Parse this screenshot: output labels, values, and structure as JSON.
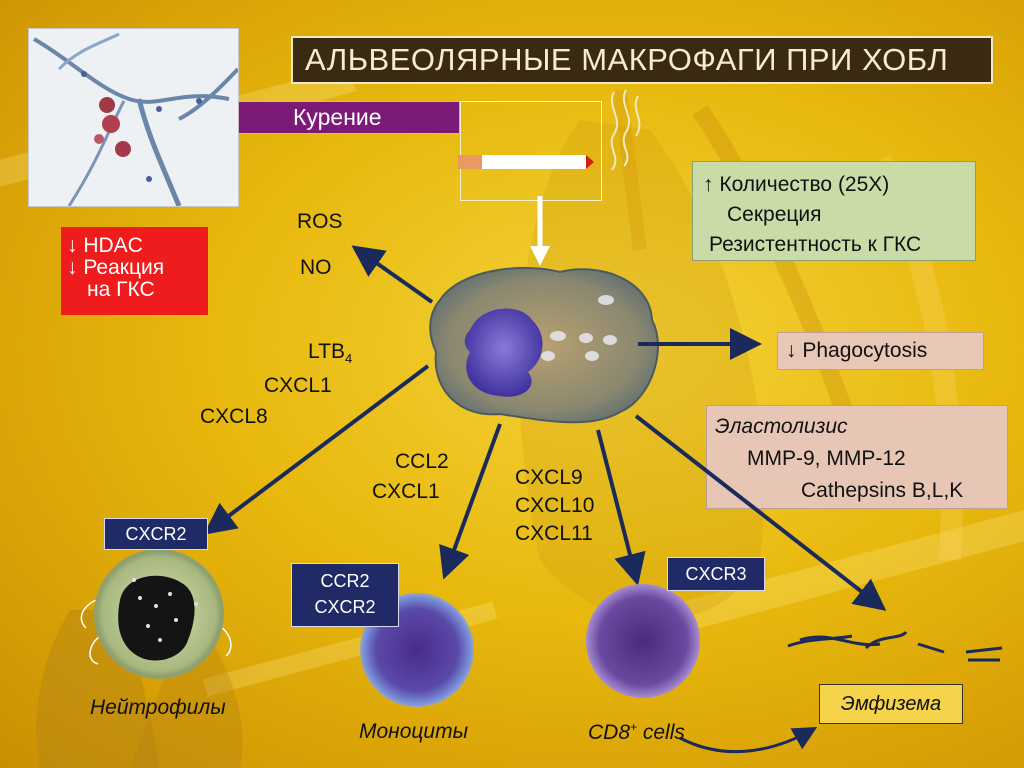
{
  "title": "АЛЬВЕОЛЯРНЫЕ МАКРОФАГИ ПРИ ХОБЛ",
  "smoking": "Курение",
  "effects": {
    "count": "↑ Количество (25X)",
    "secretion": "Секреция",
    "resistance": "Резистентность к ГКС"
  },
  "hdac_box": {
    "line1": "↓ HDAC",
    "line2": "↓ Реакция",
    "line3": "на ГКС"
  },
  "phagocytosis": "↓ Phagocytosis",
  "elastolysis": {
    "heading": "Эластолизис",
    "mmp": "MMP-9, MMP-12",
    "cathepsins": "Cathepsins B,L,K"
  },
  "emphysema": "Эмфизема",
  "mediators": {
    "ros": "ROS",
    "no": "NO",
    "ltb": "LTB",
    "ltb_sub": "4",
    "cxcl1": "CXCL1",
    "cxcl8": "CXCL8",
    "ccl2": "CCL2",
    "cxcl1_b": "CXCL1",
    "cxcl9": "CXCL9",
    "cxcl10": "CXCL10",
    "cxcl11": "CXCL11"
  },
  "receptors": {
    "cxcr2": "CXCR2",
    "ccr2": "CCR2",
    "cxcr2_b": "CXCR2",
    "cxcr3": "CXCR3"
  },
  "cells": {
    "neutrophils": "Нейтрофилы",
    "monocytes": "Моноциты",
    "cd8": "CD8",
    "cd8_sup": "+",
    "cd8_suffix": " cells"
  },
  "colors": {
    "background": "#e8b90e",
    "title_bg": "#3a2a12",
    "smoking_bg": "#7c1a78",
    "effects_bg": "#c9dca8",
    "hdac_bg": "#ee1c1c",
    "phago_bg": "#e7c7b5",
    "receptor_bg": "#1f2a66",
    "arrow": "#1a2a5a"
  }
}
